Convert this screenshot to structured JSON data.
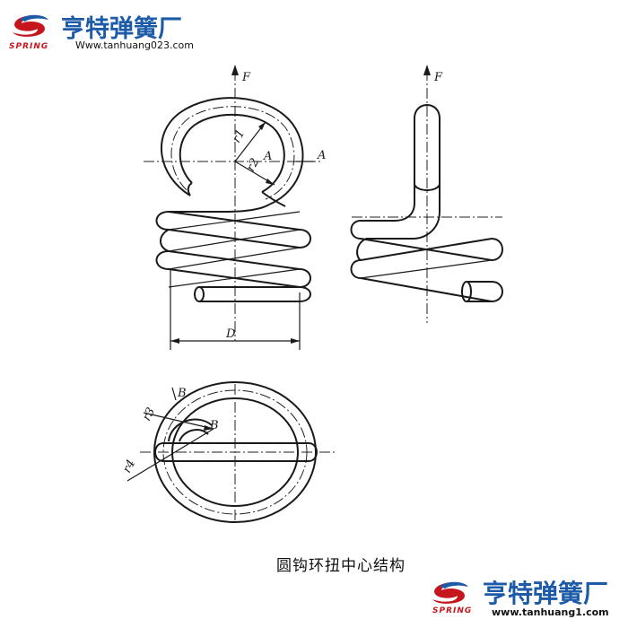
{
  "brand": {
    "logo_word": "SPRING",
    "name": "亨特弹簧厂",
    "url_top": "Www.tanhuang023.com",
    "url_bottom": "www.tanhuang1.com",
    "colors": {
      "name": "#1d5ba8",
      "logo_red": "#c4161c"
    }
  },
  "labels": {
    "force_left": "F",
    "force_right": "F",
    "r1": "r1",
    "r2": "r2",
    "point_a_inner": "A",
    "point_a_outer": "A",
    "diameter": "D",
    "point_b_top": "B",
    "point_b_inner": "B",
    "r3": "r3",
    "r4": "r4"
  },
  "caption": "圆钩环扭中心结构"
}
